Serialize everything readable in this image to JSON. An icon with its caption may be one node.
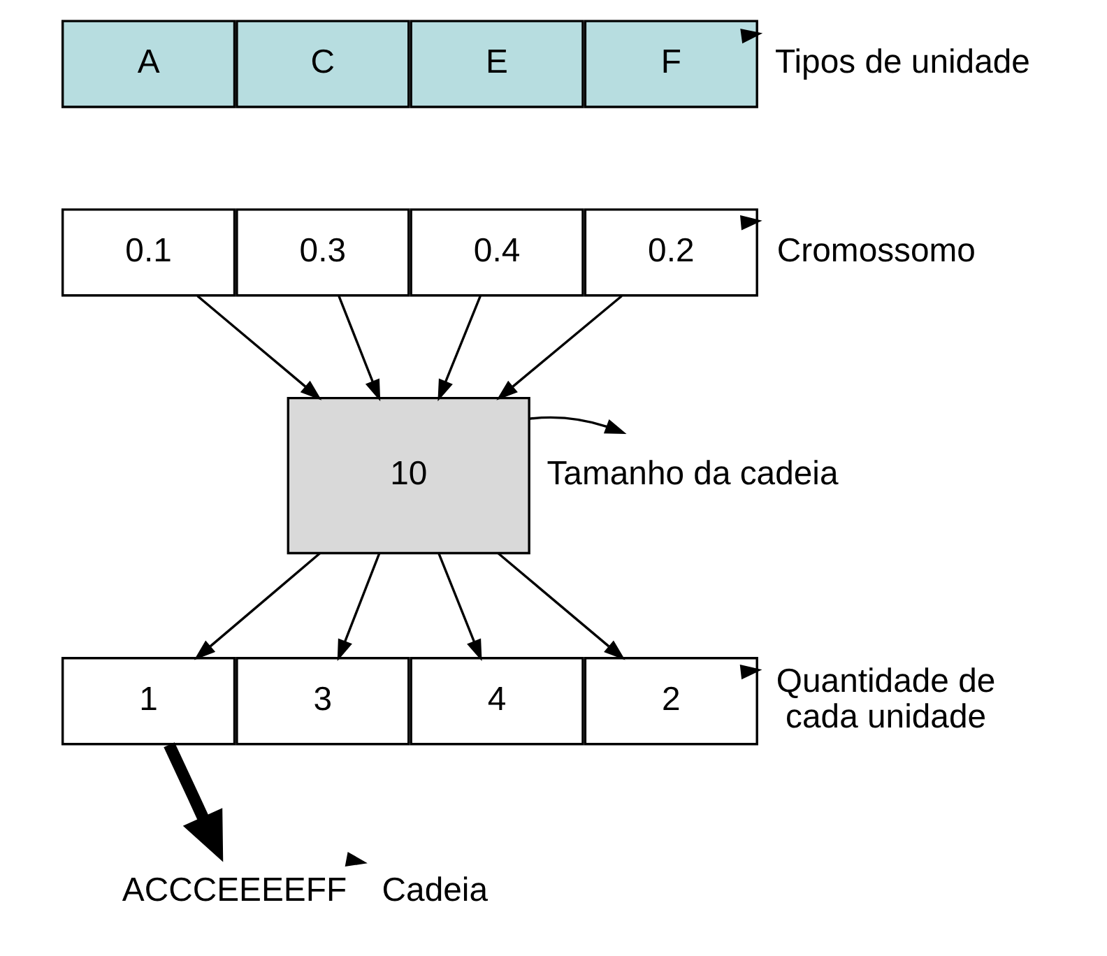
{
  "diagram": {
    "nodes": [
      {
        "text": [
          "A"
        ]
      },
      {
        "text": [
          "C"
        ]
      },
      {
        "text": [
          "E"
        ]
      },
      {
        "text": [
          "F"
        ]
      },
      {
        "text": [
          "0.1"
        ]
      },
      {
        "text": [
          "0.3"
        ]
      },
      {
        "text": [
          "0.4"
        ]
      },
      {
        "text": [
          "0.2"
        ]
      },
      {
        "text": [
          "10"
        ]
      },
      {
        "text": [
          "1"
        ]
      },
      {
        "text": [
          "3"
        ]
      },
      {
        "text": [
          "4"
        ]
      },
      {
        "text": [
          "2"
        ]
      },
      {
        "text": [
          "ACCCEEEEFF"
        ]
      },
      {
        "text": [
          "Tipos de unidade"
        ]
      },
      {
        "text": [
          "Cromossomo"
        ]
      },
      {
        "text": [
          "Tamanho da cadeia"
        ]
      },
      {
        "text": [
          "Quantidade de cada unidade"
        ]
      },
      {
        "text": [
          "Cadeia"
        ]
      }
    ],
    "edges": [
      {
        "from": 3,
        "to": 14,
        "arrow": "to"
      },
      {
        "from": 7,
        "to": 15,
        "arrow": "to"
      },
      {
        "from": 4,
        "to": 8,
        "arrow": "to"
      },
      {
        "from": 5,
        "to": 8,
        "arrow": "to"
      },
      {
        "from": 6,
        "to": 8,
        "arrow": "to"
      },
      {
        "from": 7,
        "to": 8,
        "arrow": "to"
      },
      {
        "from": 8,
        "to": 16,
        "arrow": "to"
      },
      {
        "from": 8,
        "to": 9,
        "arrow": "to"
      },
      {
        "from": 8,
        "to": 10,
        "arrow": "to"
      },
      {
        "from": 8,
        "to": 11,
        "arrow": "to"
      },
      {
        "from": 8,
        "to": 12,
        "arrow": "to"
      },
      {
        "from": 12,
        "to": 17,
        "arrow": "to"
      },
      {
        "from": 9,
        "to": 13,
        "arrow": "to",
        "style": "thick"
      },
      {
        "from": 13,
        "to": 18,
        "arrow": "to"
      }
    ]
  }
}
